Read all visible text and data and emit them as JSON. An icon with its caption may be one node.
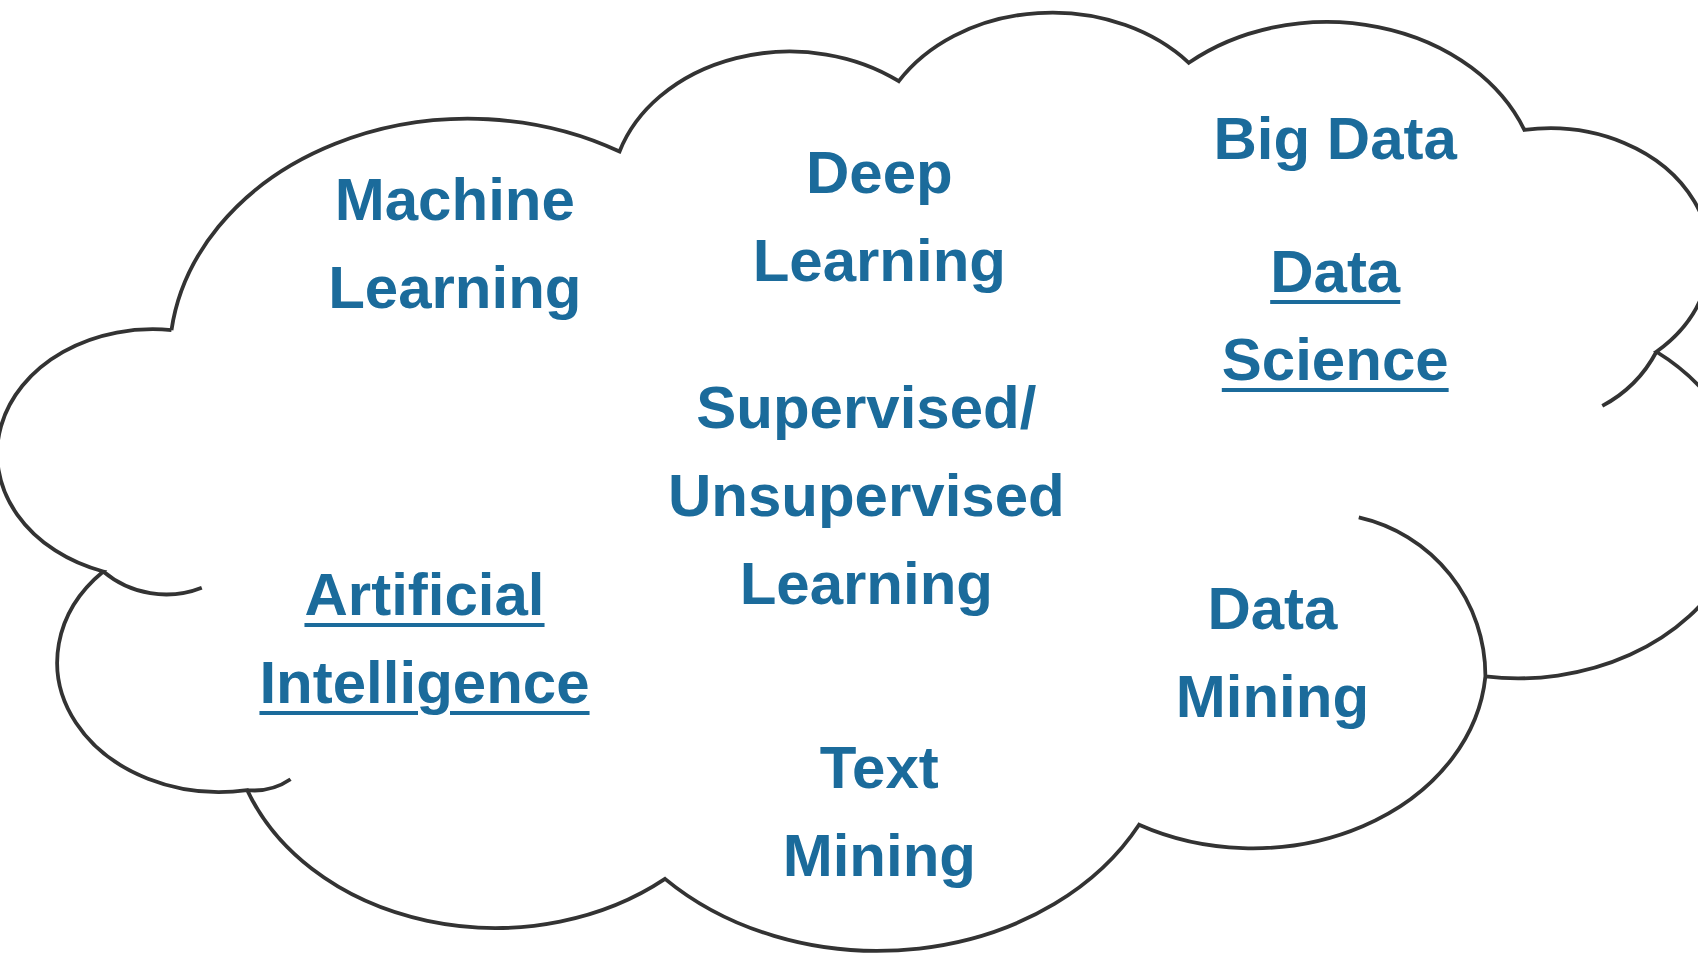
{
  "diagram": {
    "nodes": [
      {
        "text": [
          "Machine Learning",
          "Deep Learning",
          "Big Data",
          "Data Science",
          "Supervised/ Unsupervised Learning",
          "Artificial Intelligence",
          "Data Mining",
          "Text Mining"
        ]
      }
    ]
  }
}
